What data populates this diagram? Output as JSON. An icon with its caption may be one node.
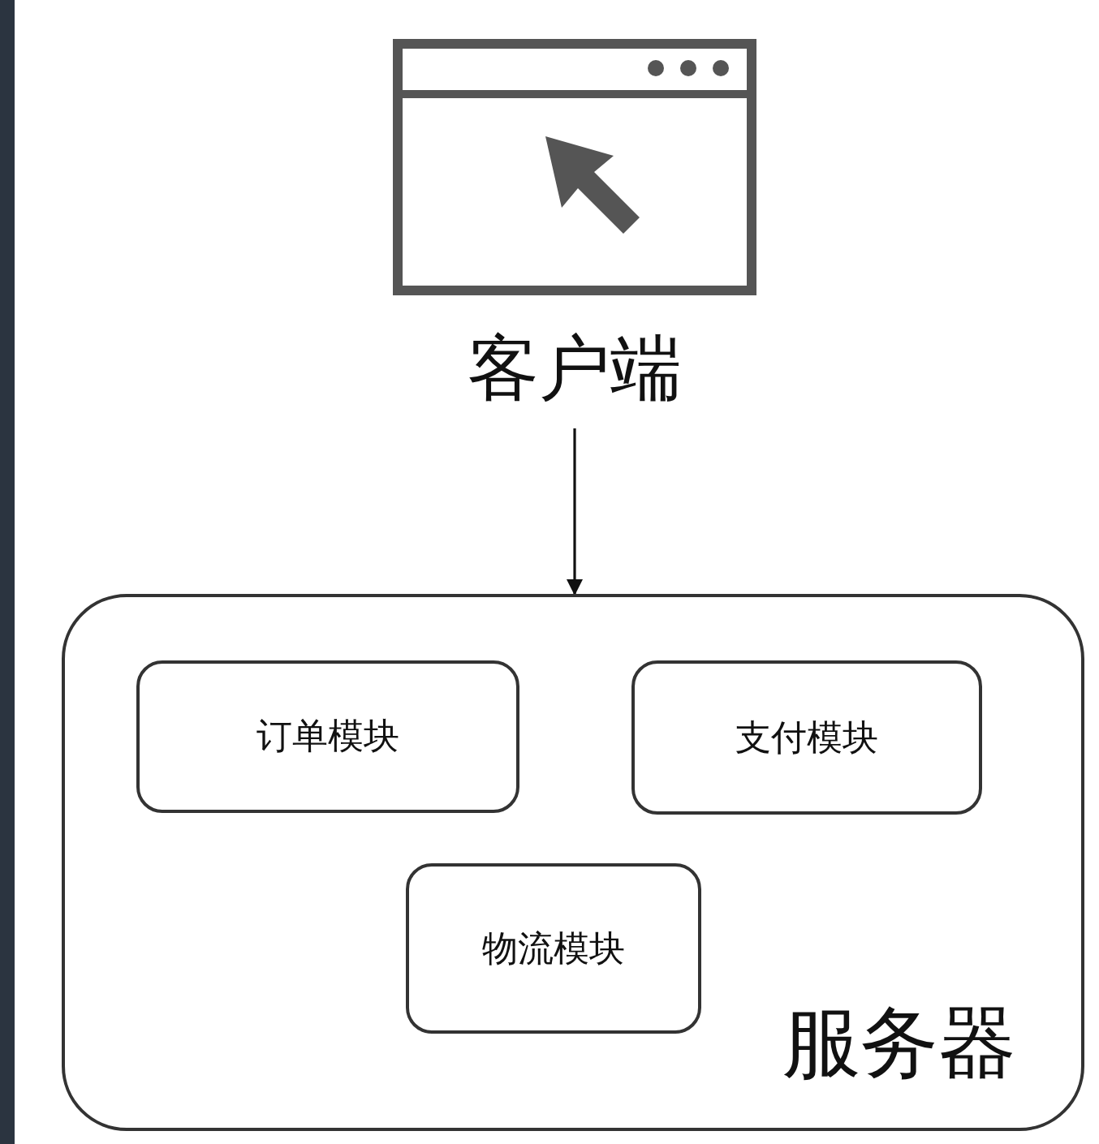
{
  "diagram": {
    "nodes": [
      {
        "text": [
          "客户端"
        ]
      },
      {
        "text": [
          "服务器"
        ]
      },
      {
        "text": [
          "订单模块"
        ],
        "in": 1
      },
      {
        "text": [
          "支付模块"
        ],
        "in": 1
      },
      {
        "text": [
          "物流模块"
        ],
        "in": 1
      }
    ],
    "edges": [
      {
        "from": 0,
        "to": 1,
        "arrow": "to"
      }
    ]
  }
}
